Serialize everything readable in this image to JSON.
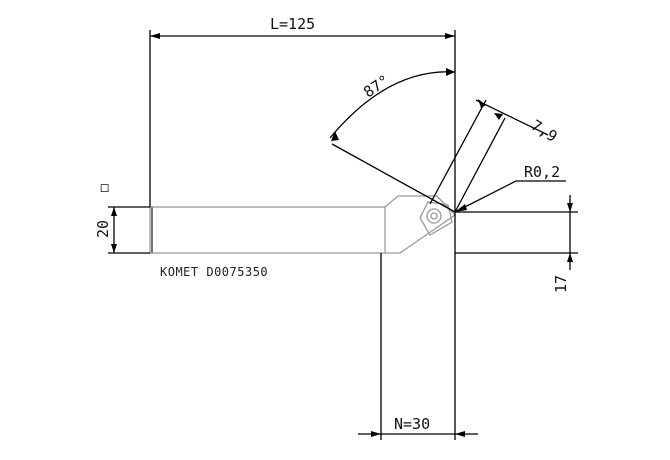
{
  "drawing": {
    "dimensions": {
      "length": "L=125",
      "angle": "87°",
      "insert_size": "7,9",
      "radius": "R0,2",
      "height": "20",
      "height_marker": "□",
      "offset": "17",
      "width": "N=30"
    },
    "caption": "KOMET D0075350",
    "colors": {
      "line": "#000000",
      "tool_body": "#9a9a9a",
      "background": "#ffffff"
    }
  }
}
